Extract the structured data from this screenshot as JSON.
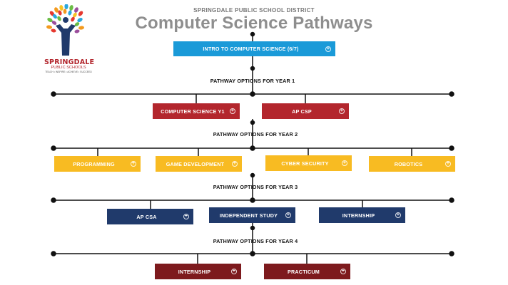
{
  "header": {
    "district": "SPRINGDALE PUBLIC SCHOOL DISTRICT",
    "title": "Computer Science Pathways"
  },
  "logo": {
    "name": "SPRINGDALE",
    "subtitle": "PUBLIC SCHOOLS",
    "tagline": "TEACH • INSPIRE • ACHIEVE • SUCCEED"
  },
  "intro": {
    "label": "INTRO TO COMPUTER SCIENCE (6/7)",
    "color": "#1a9ad8"
  },
  "years": [
    {
      "heading": "PATHWAY OPTIONS FOR YEAR 1",
      "options": [
        {
          "label": "COMPUTER SCIENCE Y1"
        },
        {
          "label": "AP CSP"
        }
      ],
      "color": "#b3262d"
    },
    {
      "heading": "PATHWAY OPTIONS FOR YEAR 2",
      "options": [
        {
          "label": "PROGRAMMING"
        },
        {
          "label": "GAME DEVELOPMENT"
        },
        {
          "label": "CYBER SECURITY"
        },
        {
          "label": "ROBOTICS"
        }
      ],
      "color": "#f8bb22"
    },
    {
      "heading": "PATHWAY OPTIONS FOR YEAR 3",
      "options": [
        {
          "label": "AP CSA"
        },
        {
          "label": "INDEPENDENT STUDY"
        },
        {
          "label": "INTERNSHIP"
        }
      ],
      "color": "#203a6b"
    },
    {
      "heading": "PATHWAY OPTIONS FOR YEAR 4",
      "options": [
        {
          "label": "INTERNSHIP"
        },
        {
          "label": "PRACTICUM"
        }
      ],
      "color": "#7d1a1d"
    }
  ],
  "icons": {
    "expand": "plus-circle-icon",
    "logo": "tree-people-logo-icon"
  }
}
